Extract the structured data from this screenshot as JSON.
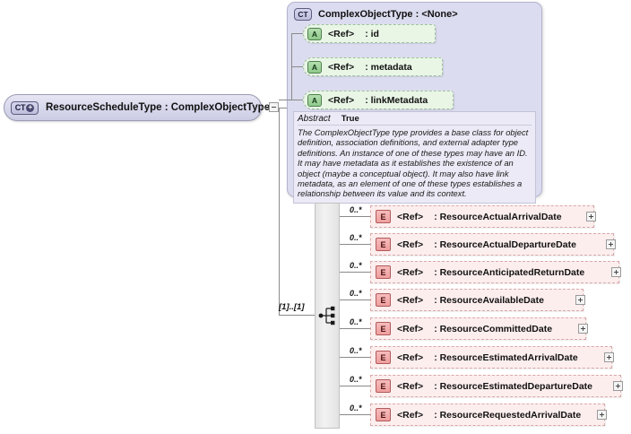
{
  "diagram": {
    "type": "xsd-schema-diagram",
    "root": {
      "badge": "CT",
      "expand_glyph": "+",
      "label": "ResourceScheduleType : ComplexObjectType",
      "toggle": "minus"
    },
    "complex_type": {
      "badge": "CT",
      "title": "ComplexObjectType : <None>",
      "attributes": [
        {
          "badge": "A",
          "ref": "<Ref>",
          "name": ": id"
        },
        {
          "badge": "A",
          "ref": "<Ref>",
          "name": ": metadata"
        },
        {
          "badge": "A",
          "ref": "<Ref>",
          "name": ": linkMetadata"
        }
      ],
      "documentation": {
        "abstract_key": "Abstract",
        "abstract_value": "True",
        "text": "The ComplexObjectType type provides a base class for object definition, association definitions, and external adapter type definitions. An instance of one of these types may have an ID. It may have metadata as it establishes the existence of an object (maybe a conceptual object). It may also have link metadata, as an element of one of these types establishes a relationship between its value and its context."
      }
    },
    "sequence": {
      "cardinality": "[1]..[1]",
      "compositor": "sequence"
    },
    "elements": [
      {
        "badge": "E",
        "ref": "<Ref>",
        "name": ": ResourceActualArrivalDate",
        "occurrence": "0..*",
        "toggle": "plus"
      },
      {
        "badge": "E",
        "ref": "<Ref>",
        "name": ": ResourceActualDepartureDate",
        "occurrence": "0..*",
        "toggle": "plus"
      },
      {
        "badge": "E",
        "ref": "<Ref>",
        "name": ": ResourceAnticipatedReturnDate",
        "occurrence": "0..*",
        "toggle": "plus"
      },
      {
        "badge": "E",
        "ref": "<Ref>",
        "name": ": ResourceAvailableDate",
        "occurrence": "0..*",
        "toggle": "plus"
      },
      {
        "badge": "E",
        "ref": "<Ref>",
        "name": ": ResourceCommittedDate",
        "occurrence": "0..*",
        "toggle": "plus"
      },
      {
        "badge": "E",
        "ref": "<Ref>",
        "name": ": ResourceEstimatedArrivalDate",
        "occurrence": "0..*",
        "toggle": "plus"
      },
      {
        "badge": "E",
        "ref": "<Ref>",
        "name": ": ResourceEstimatedDepartureDate",
        "occurrence": "0..*",
        "toggle": "plus"
      },
      {
        "badge": "E",
        "ref": "<Ref>",
        "name": ": ResourceRequestedArrivalDate",
        "occurrence": "0..*",
        "toggle": "plus"
      }
    ],
    "colors": {
      "background": "#ffffff",
      "complex_type_fill": "#dcdcf0",
      "attribute_fill": "#e9f6e6",
      "element_fill": "#fdeeee",
      "sequence_fill": "#eeeeee",
      "connector": "#8a8a8a"
    }
  }
}
